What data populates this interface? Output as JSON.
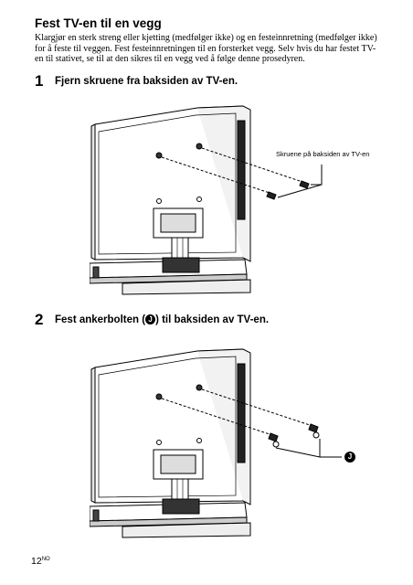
{
  "section": {
    "title": "Fest TV-en til en vegg",
    "intro": "Klargjør en sterk streng eller kjetting (medfølger ikke) og en festeinnretning (medfølger ikke) for å feste til veggen. Fest festeinnretningen til en forsterket vegg. Selv hvis du har festet TV-en til stativet, se til at den sikres til en vegg ved å følge denne prosedyren."
  },
  "steps": [
    {
      "number": "1",
      "text": "Fjern skruene fra baksiden av TV-en."
    },
    {
      "number": "2",
      "text_before": "Fest ankerbolten (",
      "badge": "J",
      "text_after": ") til baksiden av TV-en."
    }
  ],
  "figure1": {
    "callout": "Skruene på baksiden av TV-en"
  },
  "figure2": {
    "badge": "J"
  },
  "footer": {
    "page": "12",
    "lang": "NO"
  }
}
